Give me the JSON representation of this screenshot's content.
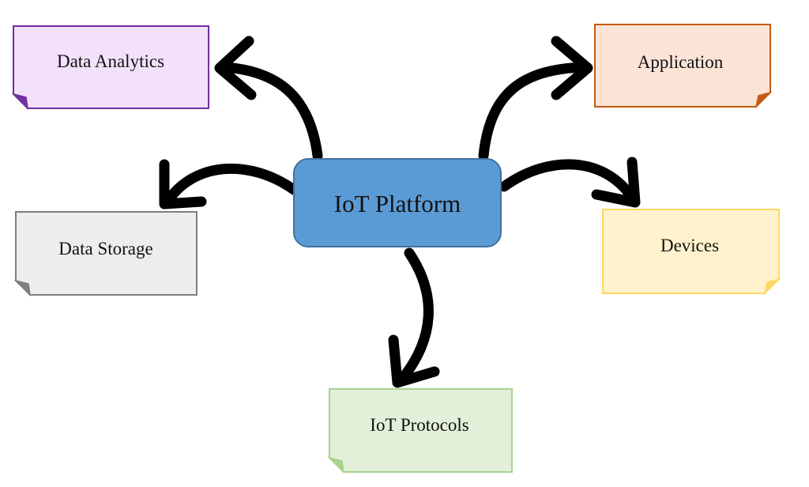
{
  "center": {
    "label": "IoT Platform",
    "fill": "#5b9bd5",
    "border": "#41719c"
  },
  "nodes": {
    "data_analytics": {
      "label": "Data Analytics",
      "fill": "#f3e0fa",
      "border": "#7030a0"
    },
    "application": {
      "label": "Application",
      "fill": "#fbe3d6",
      "border": "#c55a11"
    },
    "data_storage": {
      "label": "Data Storage",
      "fill": "#ededed",
      "border": "#7f7f7f"
    },
    "devices": {
      "label": "Devices",
      "fill": "#fff2cc",
      "border": "#ffd966"
    },
    "iot_protocols": {
      "label": "IoT Protocols",
      "fill": "#e2f0d9",
      "border": "#a9d18e"
    }
  },
  "arrow_color": "#000000"
}
